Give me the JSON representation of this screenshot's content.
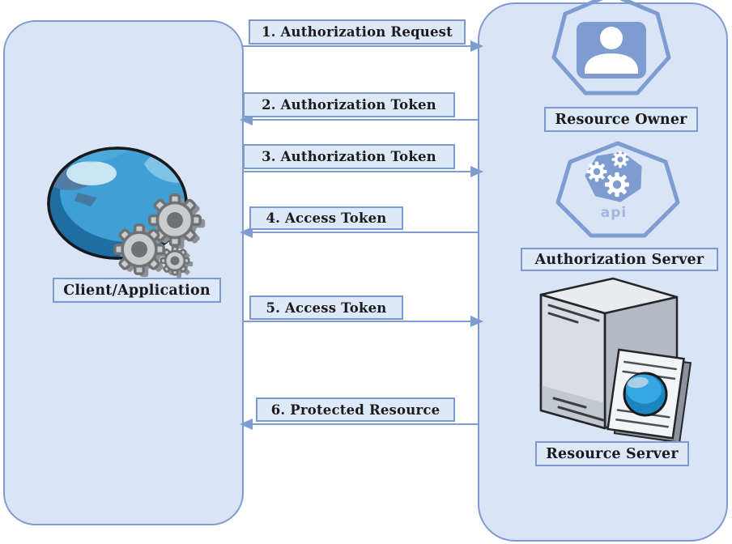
{
  "diagram": {
    "title": "OAuth authorization flow diagram",
    "client": {
      "label": "Client/Application",
      "icon": "globe-gears-icon"
    },
    "nodes": [
      {
        "label": "Resource Owner",
        "icon": "user-heptagon-icon"
      },
      {
        "label": "Authorization Server",
        "icon": "api-heptagon-icon",
        "icon_text": "api"
      },
      {
        "label": "Resource Server",
        "icon": "server-stack-icon"
      }
    ],
    "messages": [
      {
        "label": "1. Authorization Request",
        "from": "client",
        "to": "resource-owner",
        "direction": "right"
      },
      {
        "label": "2. Authorization Token",
        "from": "resource-owner",
        "to": "client",
        "direction": "left"
      },
      {
        "label": "3. Authorization Token",
        "from": "client",
        "to": "authorization-server",
        "direction": "right"
      },
      {
        "label": "4. Access Token",
        "from": "authorization-server",
        "to": "client",
        "direction": "left"
      },
      {
        "label": "5. Access Token",
        "from": "client",
        "to": "resource-server",
        "direction": "right"
      },
      {
        "label": "6. Protected Resource",
        "from": "resource-server",
        "to": "client",
        "direction": "left"
      }
    ],
    "colors": {
      "panel_fill": "#d9e5f6",
      "panel_border": "#7e9ad0",
      "arrow": "#7e9ccf",
      "label_fill": "#dde8f8",
      "text": "#1b1b1d",
      "icon_blue": "#7e9ccf",
      "globe_blue": "#3ea0d5",
      "gear_gray": "#c9cbcd"
    }
  }
}
